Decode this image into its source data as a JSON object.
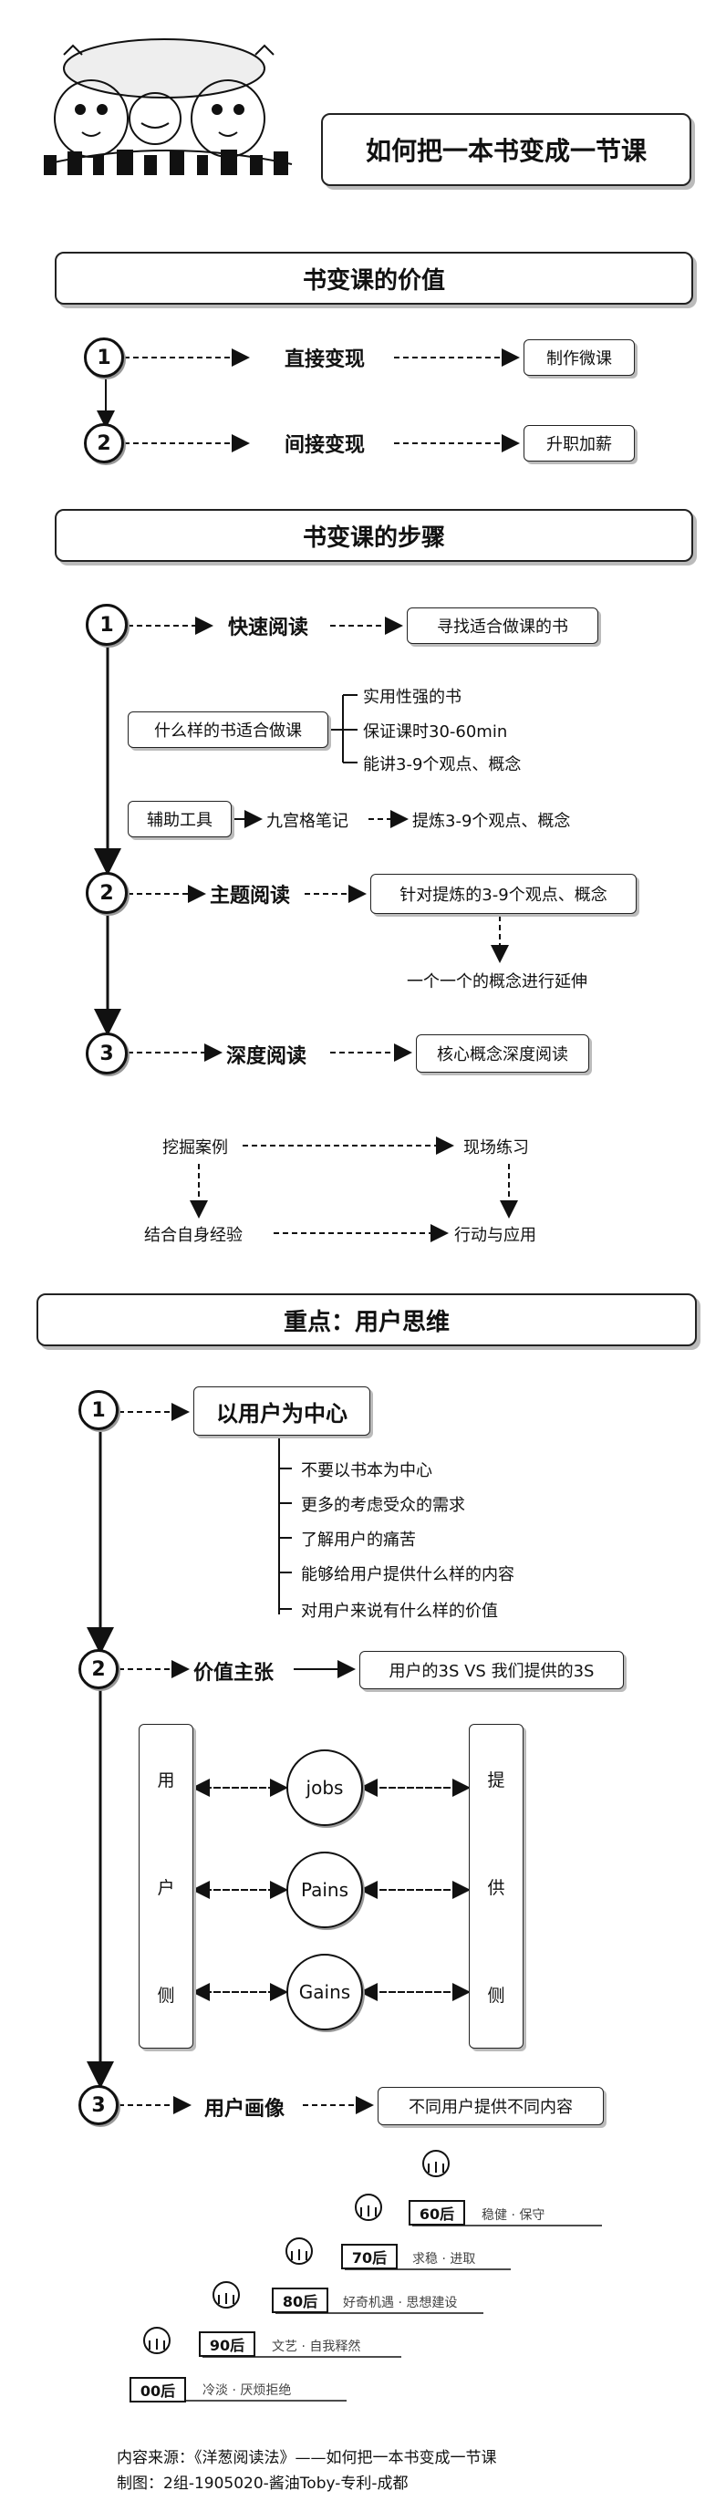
{
  "header": {
    "title": "如何把一本书变成一节课"
  },
  "section_value": {
    "title": "书变课的价值",
    "items": [
      {
        "num": "1",
        "label": "直接变现",
        "result": "制作微课"
      },
      {
        "num": "2",
        "label": "间接变现",
        "result": "升职加薪"
      }
    ]
  },
  "section_steps": {
    "title": "书变课的步骤",
    "step1": {
      "num": "1",
      "label": "快速阅读",
      "result": "寻找适合做课的书"
    },
    "question": "什么样的书适合做课",
    "criteria": [
      "实用性强的书",
      "保证课时30-60min",
      "能讲3-9个观点、概念"
    ],
    "tool": "辅助工具",
    "tool_method": "九宫格笔记",
    "tool_result": "提炼3-9个观点、概念",
    "step2": {
      "num": "2",
      "label": "主题阅读",
      "result": "针对提炼的3-9个观点、概念",
      "extend": "一个一个的概念进行延伸"
    },
    "step3": {
      "num": "3",
      "label": "深度阅读",
      "result": "核心概念深度阅读"
    },
    "cycle": {
      "a": "挖掘案例",
      "b": "现场练习",
      "c": "结合自身经验",
      "d": "行动与应用"
    }
  },
  "section_user": {
    "title": "重点：用户思维",
    "step1": {
      "num": "1",
      "label": "以用户为中心"
    },
    "points": [
      "不要以书本为中心",
      "更多的考虑受众的需求",
      "了解用户的痛苦",
      "能够给用户提供什么样的内容",
      "对用户来说有什么样的价值"
    ],
    "step2": {
      "num": "2",
      "label": "价值主张",
      "result": "用户的3S VS 我们提供的3S"
    },
    "left_side": [
      "用",
      "户",
      "侧"
    ],
    "right_side": [
      "提",
      "供",
      "侧"
    ],
    "middle": [
      "jobs",
      "Pains",
      "Gains"
    ],
    "step3": {
      "num": "3",
      "label": "用户画像",
      "result": "不同用户提供不同内容"
    }
  },
  "generations": [
    {
      "label": "00后",
      "note": "冷淡 · 厌烦拒绝"
    },
    {
      "label": "90后",
      "note": "文艺 · 自我释然"
    },
    {
      "label": "80后",
      "note": "好奇机遇 · 思想建设"
    },
    {
      "label": "70后",
      "note": "求稳 · 进取"
    },
    {
      "label": "60后",
      "note": "稳健 · 保守"
    }
  ],
  "footer": {
    "source": "内容来源：《洋葱阅读法》——如何把一本书变成一节课",
    "credit": "制图：2组-1905020-酱油Toby-专利-成都"
  }
}
